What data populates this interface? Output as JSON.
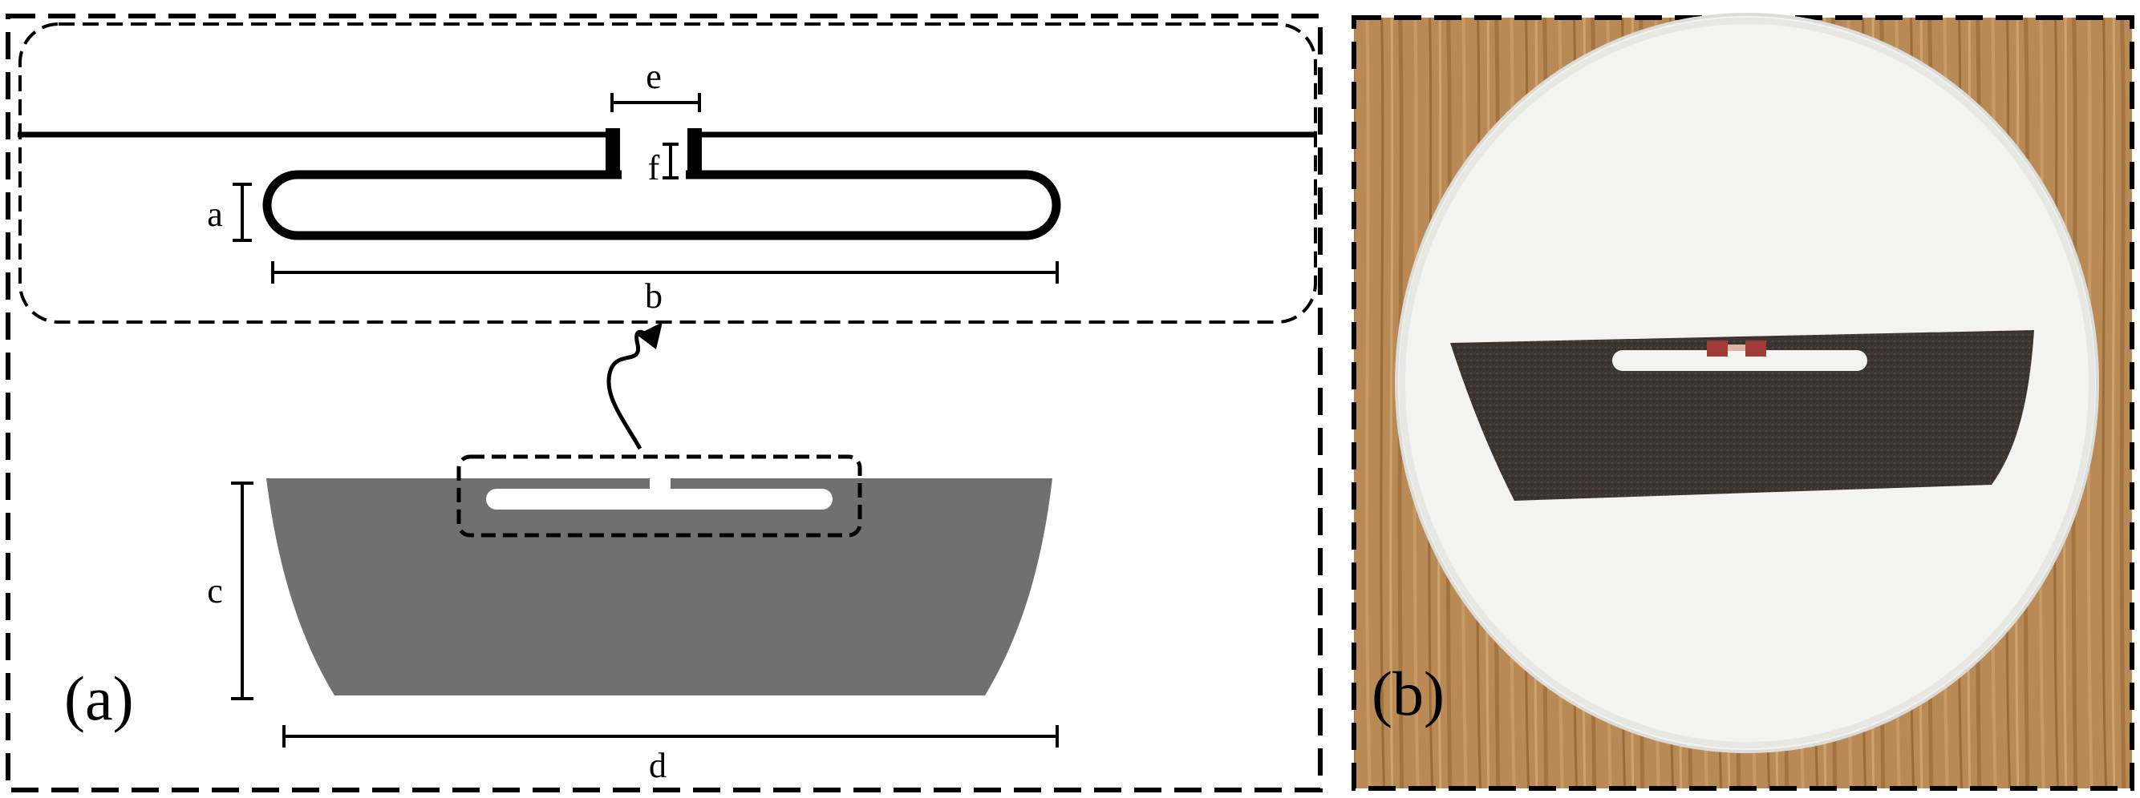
{
  "panel_a": {
    "caption": "(a)",
    "dimensions": {
      "a": "a",
      "b": "b",
      "c": "c",
      "d": "d",
      "e": "e",
      "f": "f"
    }
  },
  "panel_b": {
    "caption": "(b)"
  },
  "colors": {
    "tag_fill": "#707070",
    "wood": "#b98a55",
    "disk": "#f3f3f1",
    "black_tag": "#3c3532",
    "chip": "#a23a35"
  }
}
